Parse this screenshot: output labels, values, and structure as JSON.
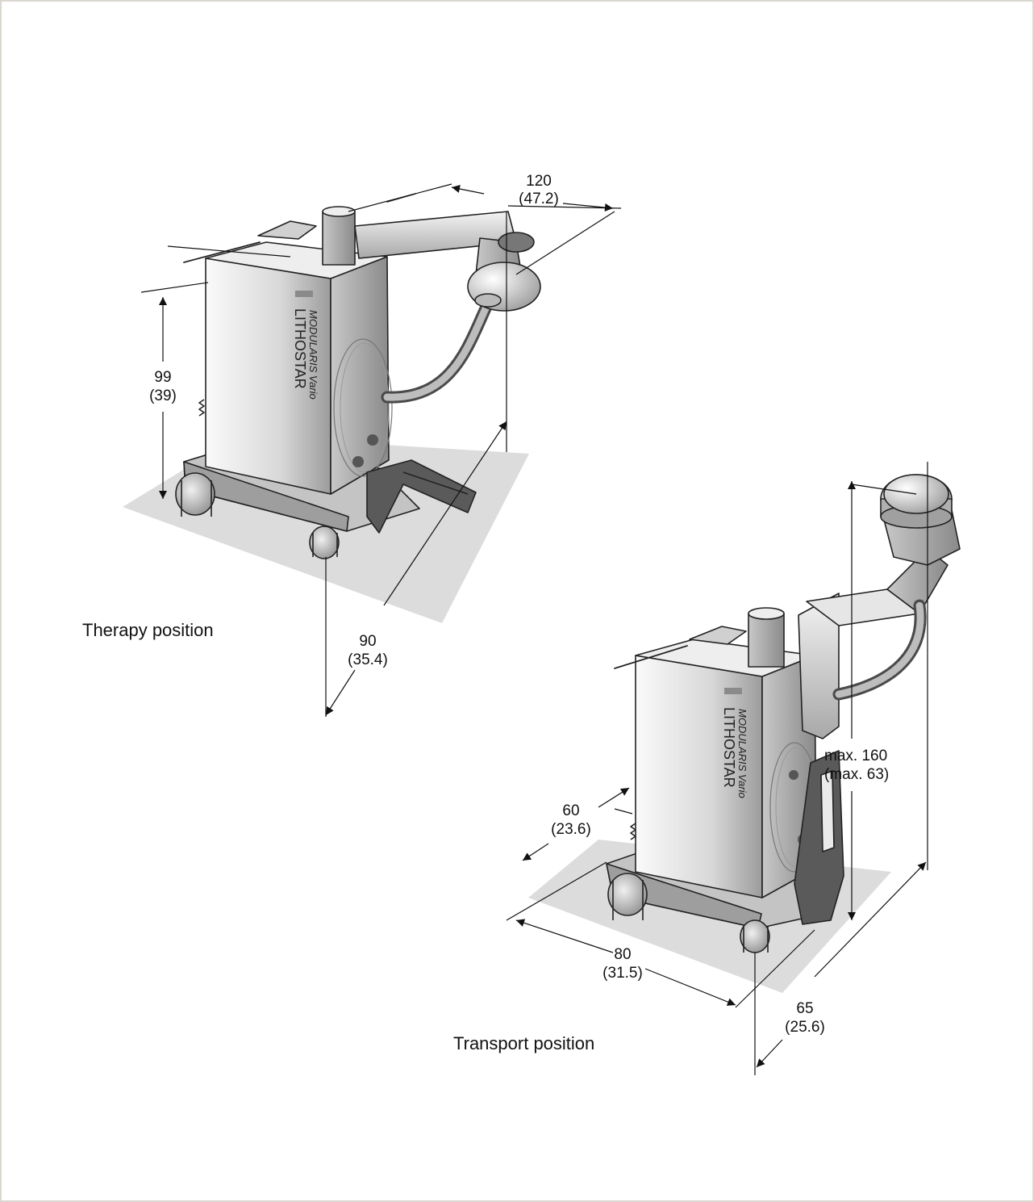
{
  "therapy": {
    "caption": "Therapy position",
    "brand": "LITHOSTAR",
    "model": "MODULARIS Vario",
    "dims": {
      "width": {
        "value": "120",
        "inch": "(47.2)"
      },
      "height": {
        "value": "99",
        "inch": "(39)"
      },
      "depth": {
        "value": "90",
        "inch": "(35.4)"
      }
    }
  },
  "transport": {
    "caption": "Transport position",
    "brand": "LITHOSTAR",
    "model": "MODULARIS Vario",
    "dims": {
      "max_height": {
        "value": "max. 160",
        "inch": "(max. 63)"
      },
      "front_depth": {
        "value": "60",
        "inch": "(23.6)"
      },
      "length": {
        "value": "80",
        "inch": "(31.5)"
      },
      "depth": {
        "value": "65",
        "inch": "(25.6)"
      }
    }
  },
  "colors": {
    "floor": "#dcdcdc",
    "outline": "#222222",
    "body_light": "#f2f2f2",
    "body_dark": "#9a9a9a"
  }
}
